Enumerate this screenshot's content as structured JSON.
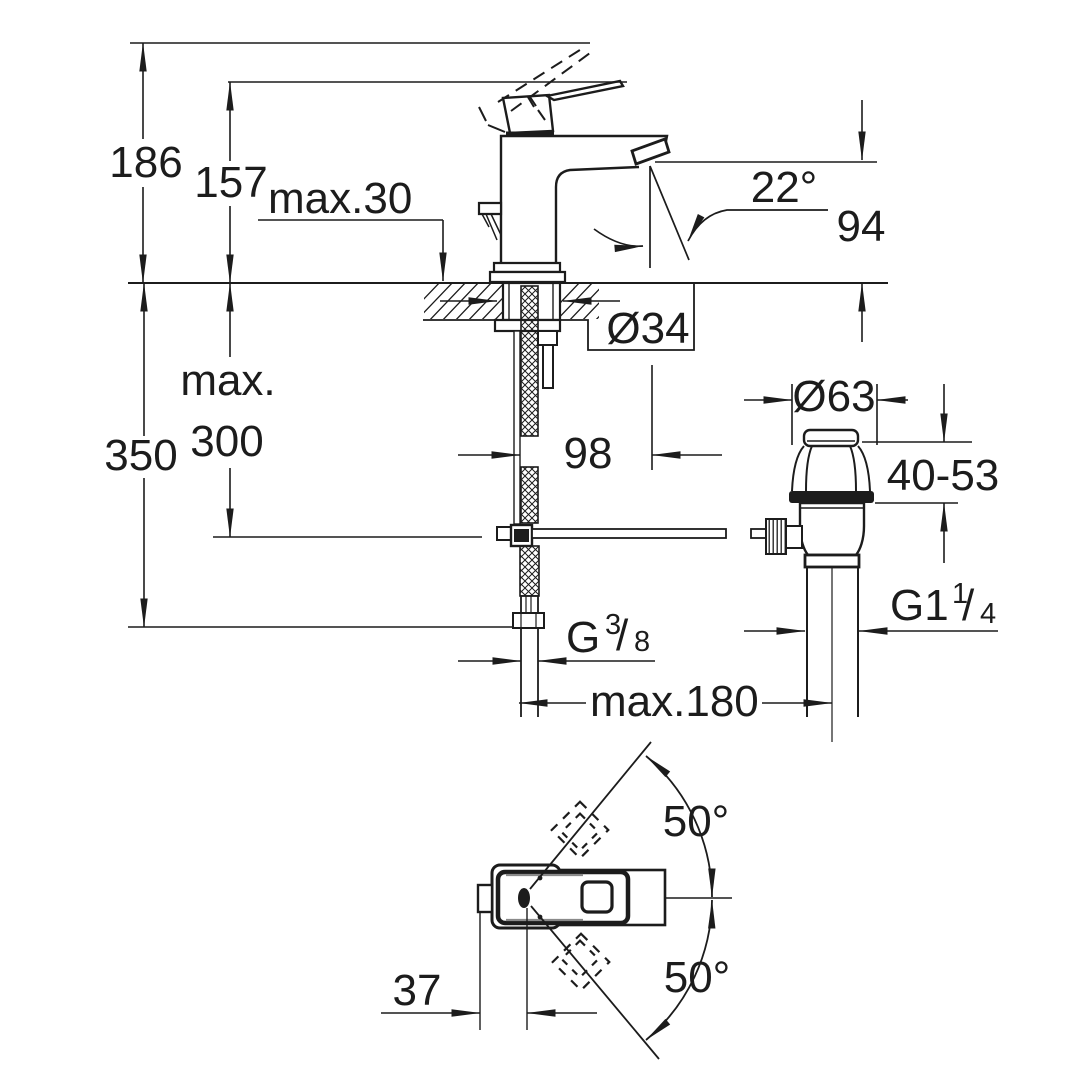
{
  "meta": {
    "description": "Faucet installation technical drawing with side view and top view",
    "background": "#ffffff",
    "line_color": "#1c1c1c"
  },
  "side_view": {
    "height_total": "186",
    "height_spout": "157",
    "deck_max": "max.30",
    "spout_angle": "22°",
    "outlet_height": "94",
    "hole_diameter": "Ø34",
    "install_depth_label": "max.",
    "install_depth_value": "300",
    "total_depth": "350",
    "spout_reach": "98",
    "waste_flange": "Ø63",
    "waste_range": "40-53",
    "waste_thread": {
      "base": "G1",
      "num": "1",
      "slash": "/",
      "den": "4"
    },
    "supply_thread": {
      "base": "G",
      "num": "3",
      "slash": "/",
      "den": "8"
    },
    "center_distance": "max.180"
  },
  "top_view": {
    "swing_upper": "50°",
    "swing_lower": "50°",
    "rod_offset": "37"
  }
}
